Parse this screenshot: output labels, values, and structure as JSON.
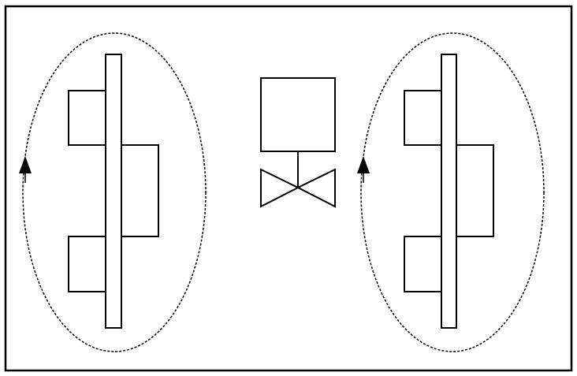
{
  "diagram": {
    "colors": {
      "stroke": "#000000",
      "background": "#ffffff"
    },
    "components": {
      "left_assembly": "plate-with-blocks",
      "center_symbol": "actuated-valve",
      "right_assembly": "plate-with-blocks"
    },
    "loops": {
      "left": {
        "style": "dashed",
        "direction": "counter-clockwise"
      },
      "right": {
        "style": "dashed",
        "direction": "counter-clockwise"
      }
    }
  }
}
